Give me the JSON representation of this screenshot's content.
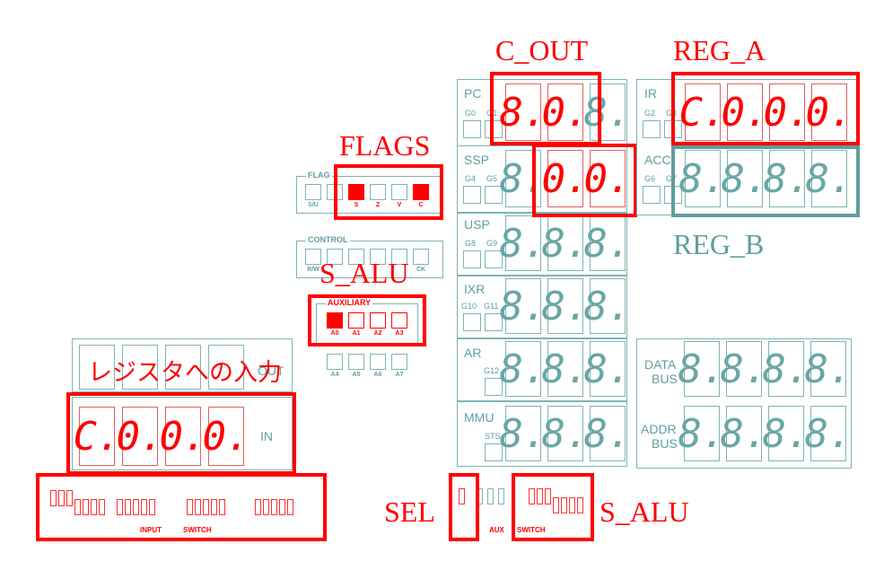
{
  "annotations": {
    "c_out": "C_OUT",
    "reg_a": "REG_A",
    "reg_b": "REG_B",
    "flags": "FLAGS",
    "s_alu_aux": "S_ALU",
    "input_reg": "レジスタへの入力",
    "sel": "SEL",
    "s_alu_switch": "S_ALU"
  },
  "registers": {
    "pc": {
      "label": "PC",
      "g1": "G0",
      "g2": "G1"
    },
    "ssp": {
      "label": "SSP",
      "g1": "G4",
      "g2": "G5"
    },
    "usp": {
      "label": "USP",
      "g1": "G8",
      "g2": "G9"
    },
    "ixr": {
      "label": "IXR",
      "g1": "G10",
      "g2": "G11"
    },
    "ar": {
      "label": "AR",
      "g1": "G12"
    },
    "mmu": {
      "label": "MMU",
      "g1": "STS"
    },
    "ir": {
      "label": "IR",
      "g1": "G2",
      "g2": "G3"
    },
    "acc": {
      "label": "ACC",
      "g1": "G6",
      "g2": "G7"
    },
    "data_bus": {
      "line1": "DATA",
      "line2": "BUS"
    },
    "addr_bus": {
      "line1": "ADDR",
      "line2": "BUS"
    }
  },
  "displays": {
    "c_out": [
      "8.",
      "0."
    ],
    "reg_a": [
      "C.",
      "0.",
      "0.",
      "0."
    ],
    "ssp_red": [
      "0.",
      "0."
    ],
    "in": [
      "C.",
      "0.",
      "0.",
      "0."
    ],
    "blank": "8.",
    "pc_last": "8.",
    "ssp_first": "8."
  },
  "flag": {
    "title": "FLAG",
    "labels": [
      "S/U",
      "",
      "S",
      "Z",
      "V",
      "C"
    ],
    "filled": [
      false,
      false,
      true,
      false,
      false,
      true
    ]
  },
  "control": {
    "title": "CONTROL",
    "labels": [
      "R/W",
      "",
      "",
      "",
      "",
      "CK"
    ]
  },
  "auxiliary": {
    "title": "AUXILIARY",
    "labels": [
      "A0",
      "A1",
      "A2",
      "A3"
    ],
    "filled": [
      true,
      false,
      false,
      false
    ],
    "labels2": [
      "A4",
      "A5",
      "A6",
      "A7"
    ]
  },
  "io": {
    "out_label": "OUT",
    "in_label": "IN"
  },
  "switches": {
    "input_label": "INPUT",
    "switch_label": "SWITCH",
    "aux_label": "AUX",
    "aux_switch_label": "SWITCH"
  }
}
